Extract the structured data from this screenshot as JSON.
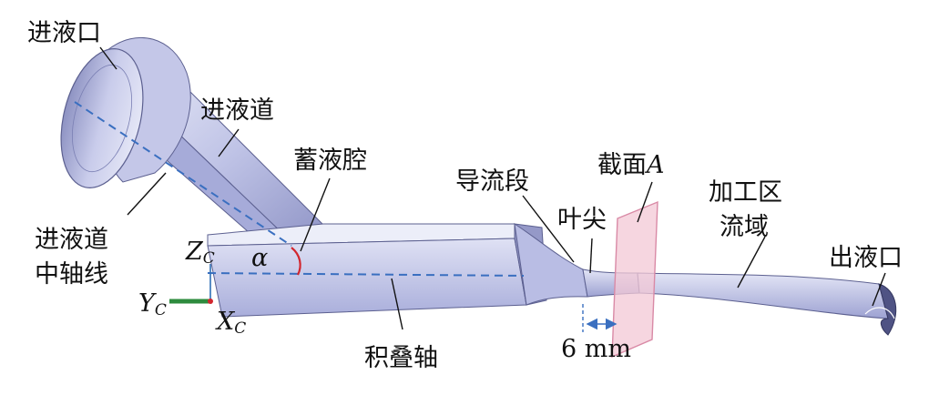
{
  "labels": {
    "inlet": "进液口",
    "inlet_channel": "进液道",
    "reservoir": "蓄液腔",
    "guide_section": "导流段",
    "blade_tip": "叶尖",
    "section_a_prefix": "截面",
    "section_a_letter": "A",
    "machining_zone_line1": "加工区",
    "machining_zone_line2": "流域",
    "outlet": "出液口",
    "inlet_axis_line1": "进液道",
    "inlet_axis_line2": "中轴线",
    "stacking_axis": "积叠轴",
    "dimension": "6 mm",
    "angle": "α"
  },
  "axes": {
    "z": {
      "letter": "Z",
      "sub": "C",
      "color": "#2f6fb6"
    },
    "y": {
      "letter": "Y",
      "sub": "C",
      "color": "#2e8b3e"
    },
    "x": {
      "letter": "X",
      "sub": "C",
      "color": "#d2262e"
    }
  },
  "colors": {
    "body_light": "#d9dcf2",
    "body_mid": "#b7bbe3",
    "body_dark": "#8e93c4",
    "edge": "#5c6090",
    "dashed_axis": "#3a6fc0",
    "section_plane": "#f3c8d6",
    "section_edge": "#d98aa6",
    "angle_arc": "#d2262e",
    "dimension_arrow": "#3a6fc0"
  }
}
